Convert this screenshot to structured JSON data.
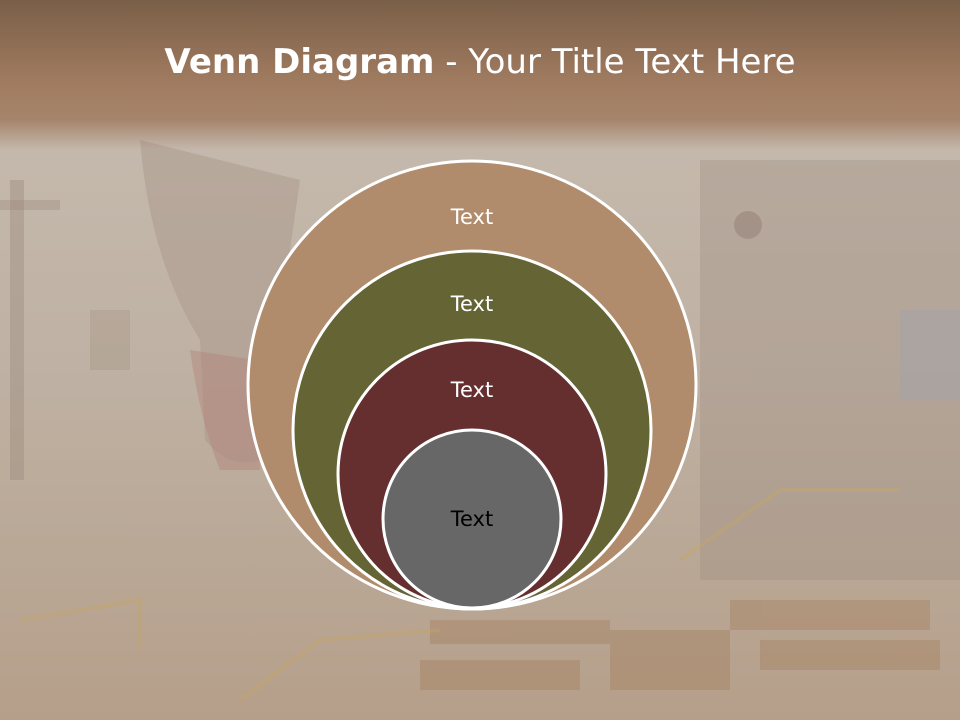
{
  "slide": {
    "title_bold": "Venn Diagram",
    "title_rest": " - Your Title Text Here"
  },
  "venn": {
    "circles": [
      {
        "label": "Text",
        "fill": "#b08c6c",
        "text_color": "#ffffff"
      },
      {
        "label": "Text",
        "fill": "#646434",
        "text_color": "#ffffff"
      },
      {
        "label": "Text",
        "fill": "#652f30",
        "text_color": "#ffffff"
      },
      {
        "label": "Text",
        "fill": "#676767",
        "text_color": "#000000"
      }
    ],
    "outline_color": "#ffffff"
  },
  "background": {
    "description_colors": [
      "#7a5f48",
      "#a07b60",
      "#c9bcae"
    ]
  }
}
